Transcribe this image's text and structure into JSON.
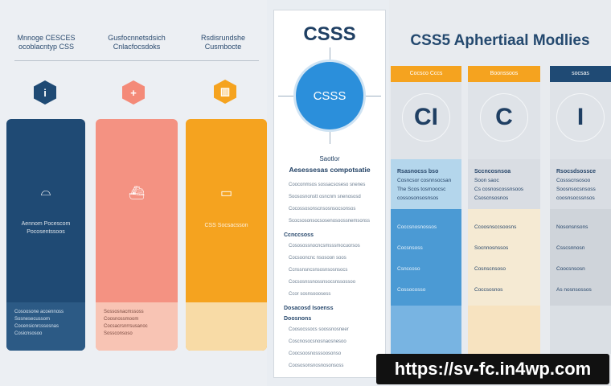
{
  "left": {
    "headers": [
      "Mnnoge CESCES\nocoblacntyp CSS",
      "Gusfocnnetsdsich\nCnlacfocsdoks",
      "Rsdisrundshe\nCusmbocte"
    ],
    "cards": [
      {
        "color": "#1f4a74",
        "icon": "book-icon",
        "text": "Aennom Pocescom\nPocosentssoos",
        "foot": "Cosoosone acoennoss\nSosnesecussom\nCocensicnrcssosnas\nCosicnsosoo"
      },
      {
        "color": "#f49282",
        "icon": "ship-icon",
        "text": "",
        "foot": "Sossosnacmssoss\nCoosnossmoom\nCocsacrsnrrsusanoc\nSossconsoso"
      },
      {
        "color": "#f5a31f",
        "icon": "monitor-icon",
        "text": "CSS Socsacsson",
        "foot": ""
      }
    ]
  },
  "middle": {
    "title": "CSSS",
    "circle_label": "CSSS",
    "subtitle": "Saotlor",
    "heading": "Aesessesas compotsatie",
    "items1": [
      "Cooconmsos sossacsoseso snenes",
      "Soososnonstt osncnm snenososd",
      "Cocossosonscnsosnsocsonsos",
      "Scocsosonsocsosenosoossnemsonss"
    ],
    "section2": "Ccnccsoss",
    "items2": [
      "Cososossnocncsmsssmocuorsos",
      "Cocsooncnc nsosoon soos",
      "Ccnssnsncsnsosnsosnsocs",
      "Cocsosnssnossnsocsnssossoo",
      "Ccor sosnsooosess"
    ],
    "section3": "Dosacosd Isoenss",
    "section4": "Doosnons",
    "items3": [
      "Coosocssocs  soossnosneer",
      "Coscnosocsnosnaosnesoo",
      "Coocsoosnosssoosonso",
      "Coososonsnosnosonsoss"
    ]
  },
  "right": {
    "title": "CSS5 Aphertiaal Modlies",
    "columns": [
      {
        "header": "Cocsco Cccs",
        "header_color": "#f5a31f",
        "glyph": "CI",
        "s1_title": "Rsasnocss bso",
        "s1_body": "Cosncsor cosnnsocsan\nThe Scos tosmoocsc\ncossosonsosnsos",
        "s2": "Coccsnosnossos\nCocsnsoss\nCsnccoso\nCossocosso",
        "s1_bg": "#b4d6ec",
        "s2_bg": "#4b9ad4",
        "s3_bg": "#78b4e2"
      },
      {
        "header": "Boonssoos",
        "header_color": "#f5a31f",
        "glyph": "C",
        "s1_title": "Sccncosnsoa",
        "s1_body": "Soon saoc\nCs cosnoscossnsoos\nCsoscnsosnos",
        "s2": "Ccoosnsccsoosns\nSocnnosnssos\nCosnscnsoso\nCoccsosnos",
        "s1_bg": "#d9dde3",
        "s2_bg": "#f5ead3",
        "s3_bg": "#f7e3c0"
      },
      {
        "header": "socsas",
        "header_color": "#1f4a74",
        "glyph": "I",
        "s1_title": "Rsocsdsossce",
        "s1_body": "Cossscnsosoo\nSoosnsocsnsoss\ncoosnsocssnsos",
        "s2": "Nosonsnsons\nCsscsnnosn\nCoocsnsosn\nAs nosnsossos",
        "s1_bg": "#d9dde3",
        "s2_bg": "#cfd4da",
        "s3_bg": "#dadfe4"
      }
    ]
  },
  "watermark": "https://sv-fc.in4wp.com"
}
